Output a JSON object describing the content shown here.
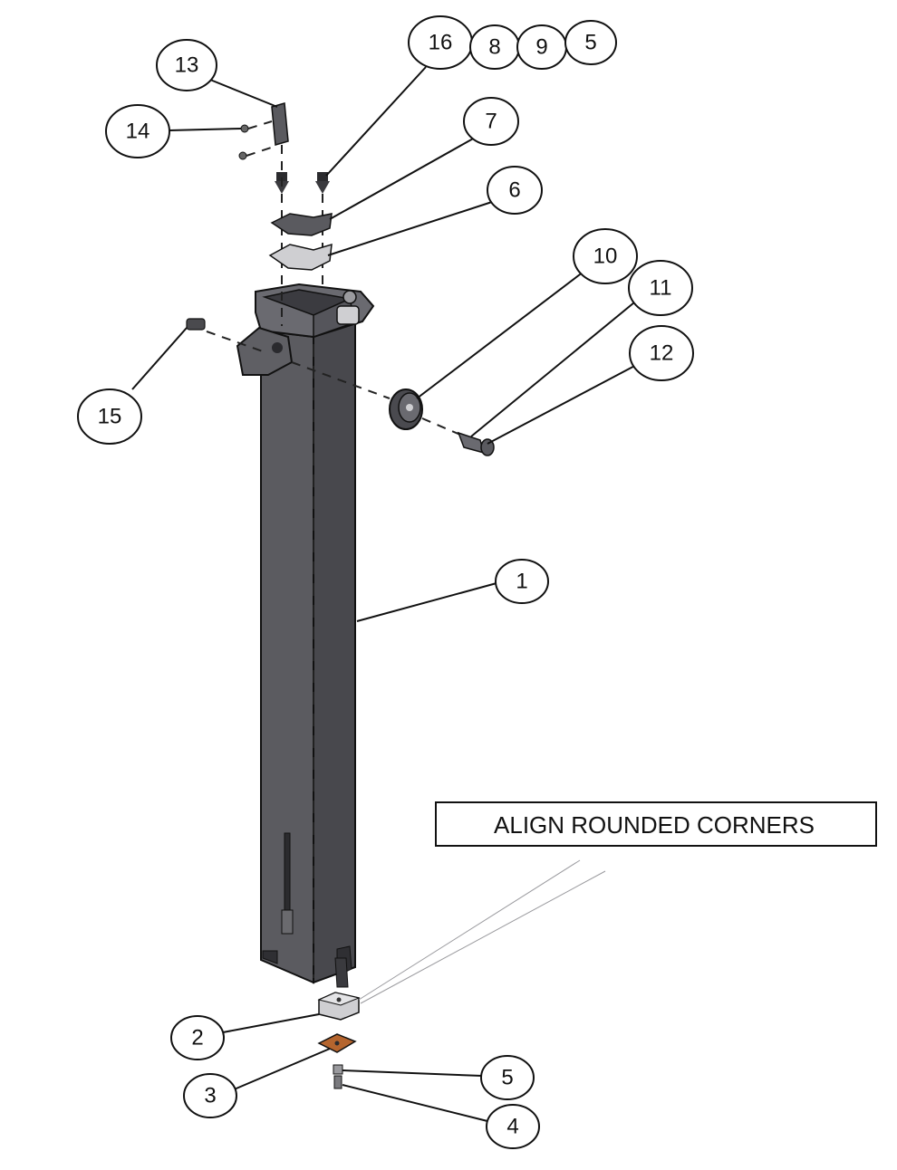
{
  "note": {
    "text": "ALIGN ROUNDED CORNERS"
  },
  "callouts": [
    {
      "id": "c13",
      "label": "13"
    },
    {
      "id": "c14",
      "label": "14"
    },
    {
      "id": "c16",
      "label": "16"
    },
    {
      "id": "c8",
      "label": "8"
    },
    {
      "id": "c9",
      "label": "9"
    },
    {
      "id": "c5a",
      "label": "5"
    },
    {
      "id": "c7",
      "label": "7"
    },
    {
      "id": "c6",
      "label": "6"
    },
    {
      "id": "c10",
      "label": "10"
    },
    {
      "id": "c11",
      "label": "11"
    },
    {
      "id": "c12",
      "label": "12"
    },
    {
      "id": "c15",
      "label": "15"
    },
    {
      "id": "c1",
      "label": "1"
    },
    {
      "id": "c2",
      "label": "2"
    },
    {
      "id": "c3",
      "label": "3"
    },
    {
      "id": "c5b",
      "label": "5"
    },
    {
      "id": "c4",
      "label": "4"
    }
  ],
  "colors": {
    "post": "#55555a",
    "post_dark": "#3a3a3e",
    "plate_light": "#c9c9cc",
    "pad": "#b5652e"
  }
}
